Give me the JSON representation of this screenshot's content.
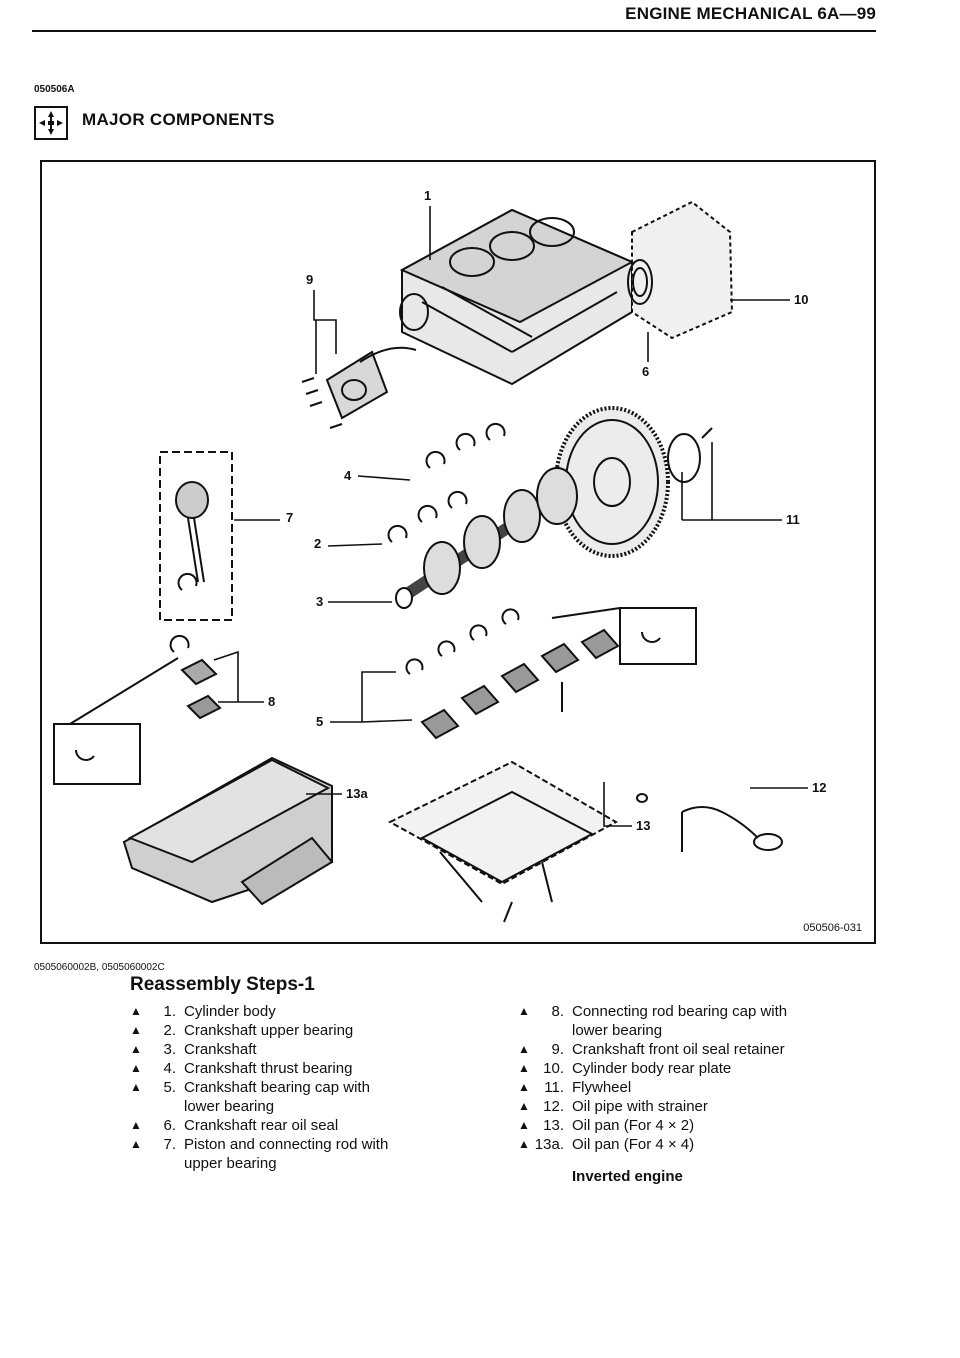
{
  "header": {
    "title": "ENGINE MECHANICAL 6A—99",
    "doc_code": "050506A"
  },
  "section": {
    "icon": "exploded-assembly-icon",
    "title": "MAJOR COMPONENTS"
  },
  "figure": {
    "id": "050506-031",
    "callouts": [
      "1",
      "9",
      "10",
      "6",
      "4",
      "7",
      "2",
      "11",
      "3",
      "8",
      "5",
      "13a",
      "13",
      "12"
    ]
  },
  "refs": "0505060002B, 0505060002C",
  "steps": {
    "heading": "Reassembly Steps-1",
    "marker": "▲",
    "left": [
      {
        "num": "1.",
        "lines": [
          "Cylinder body"
        ]
      },
      {
        "num": "2.",
        "lines": [
          "Crankshaft upper bearing"
        ]
      },
      {
        "num": "3.",
        "lines": [
          "Crankshaft"
        ]
      },
      {
        "num": "4.",
        "lines": [
          "Crankshaft thrust bearing"
        ]
      },
      {
        "num": "5.",
        "lines": [
          "Crankshaft bearing cap with",
          "lower bearing"
        ]
      },
      {
        "num": "6.",
        "lines": [
          "Crankshaft rear oil seal"
        ]
      },
      {
        "num": "7.",
        "lines": [
          "Piston and connecting rod with",
          "upper bearing"
        ]
      }
    ],
    "right": [
      {
        "num": "8.",
        "lines": [
          "Connecting rod bearing cap with",
          "lower bearing"
        ]
      },
      {
        "num": "9.",
        "lines": [
          "Crankshaft front oil seal retainer"
        ]
      },
      {
        "num": "10.",
        "lines": [
          "Cylinder body rear plate"
        ]
      },
      {
        "num": "11.",
        "lines": [
          "Flywheel"
        ]
      },
      {
        "num": "12.",
        "lines": [
          "Oil pipe with strainer"
        ]
      },
      {
        "num": "13.",
        "lines": [
          "Oil pan (For 4 × 2)"
        ]
      },
      {
        "num": "13a.",
        "lines": [
          "Oil pan (For 4 × 4)"
        ]
      }
    ],
    "note": "Inverted engine"
  }
}
